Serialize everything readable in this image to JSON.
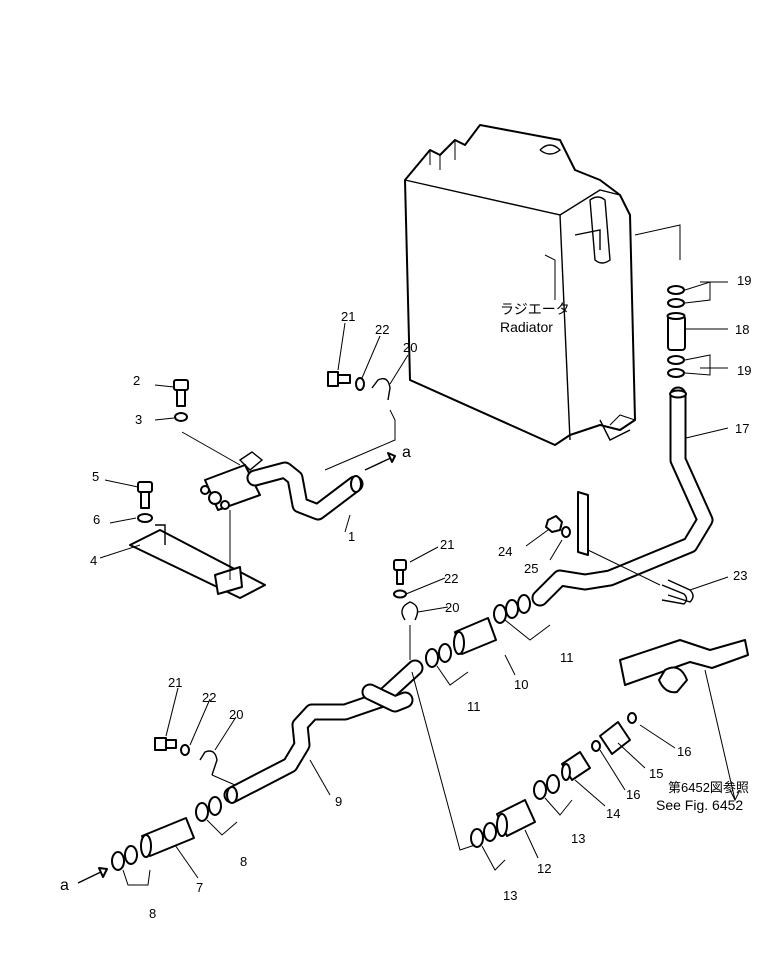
{
  "radiator": {
    "label_jp": "ラジエータ",
    "label_en": "Radiator"
  },
  "reference": {
    "label_jp": "第6452図参照",
    "label_en": "See Fig. 6452"
  },
  "connection_marker": "a",
  "callouts": {
    "c1": "1",
    "c2": "2",
    "c3": "3",
    "c4": "4",
    "c5": "5",
    "c6": "6",
    "c7": "7",
    "c8a": "8",
    "c8b": "8",
    "c9": "9",
    "c10": "10",
    "c11a": "11",
    "c11b": "11",
    "c12": "12",
    "c13a": "13",
    "c13b": "13",
    "c14": "14",
    "c15": "15",
    "c16a": "16",
    "c16b": "16",
    "c17": "17",
    "c18": "18",
    "c19a": "19",
    "c19b": "19",
    "c20a": "20",
    "c20b": "20",
    "c20c": "20",
    "c21a": "21",
    "c21b": "21",
    "c21c": "21",
    "c22a": "22",
    "c22b": "22",
    "c22c": "22",
    "c23": "23",
    "c24": "24",
    "c25": "25"
  }
}
